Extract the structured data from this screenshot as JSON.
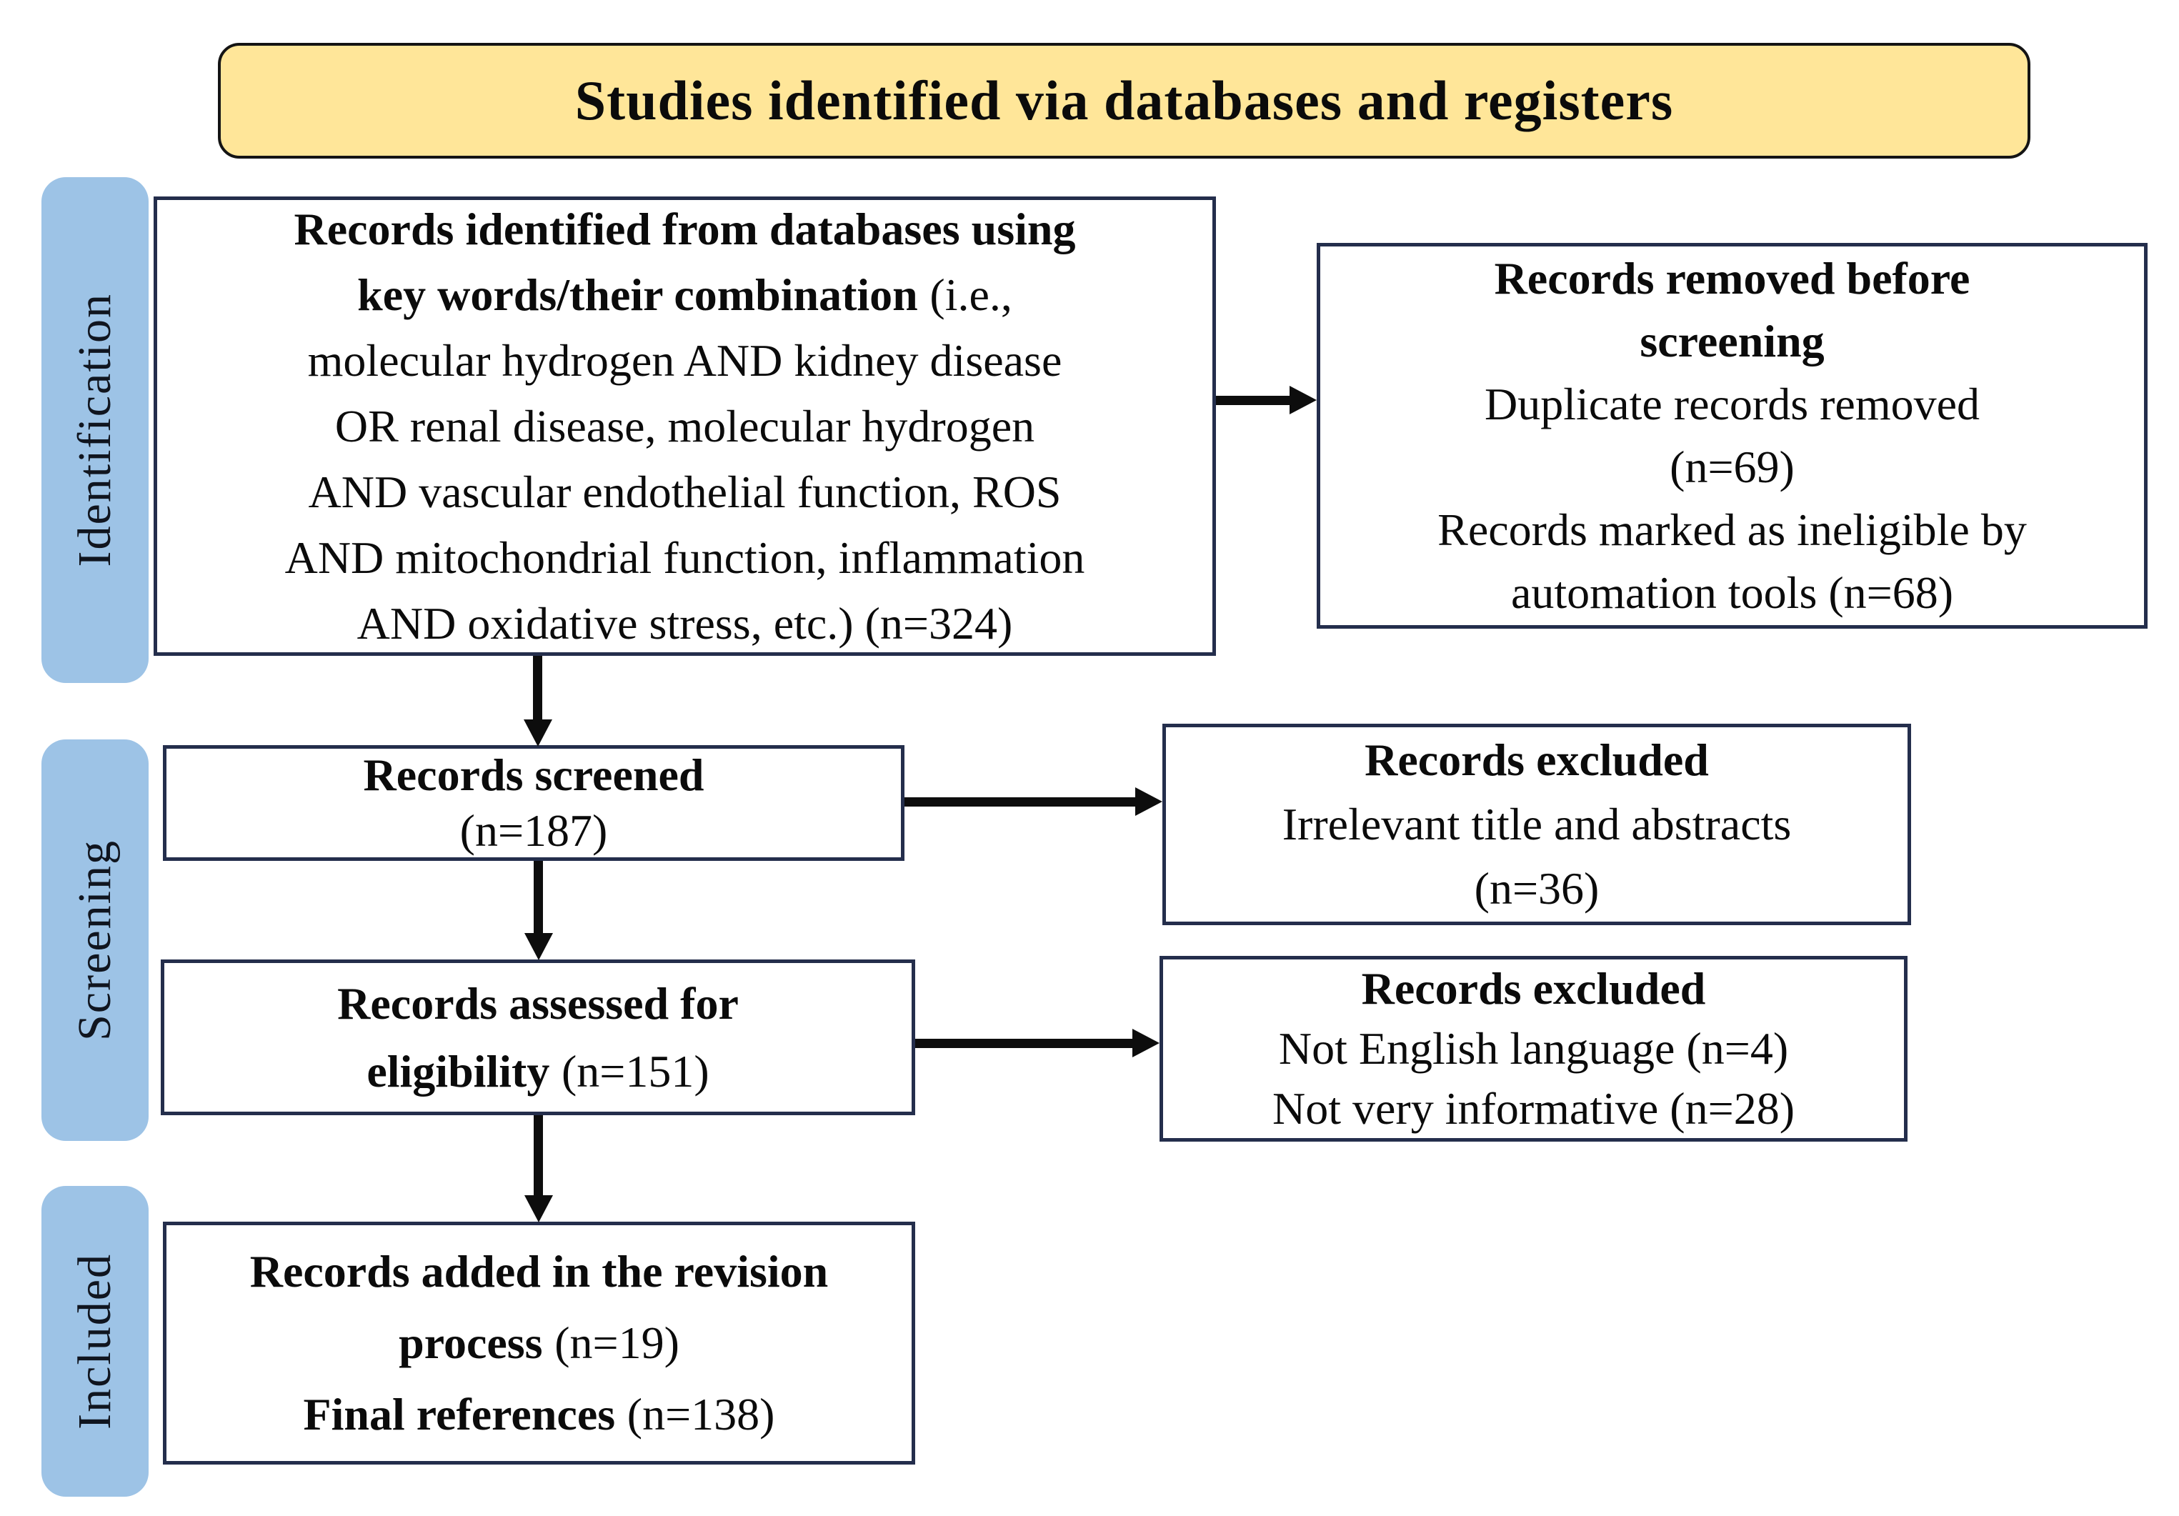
{
  "header": {
    "title": "Studies identified via databases and registers"
  },
  "sidebar": {
    "items": [
      {
        "label": "Identification"
      },
      {
        "label": "Screening"
      },
      {
        "label": "Included"
      }
    ]
  },
  "flow": {
    "identified": {
      "line1_bold": "Records identified from databases using",
      "line2_bold": "key words/their combination",
      "line2_rest": "(i.e.,",
      "line3": "molecular hydrogen AND kidney disease",
      "line4": "OR renal disease, molecular hydrogen",
      "line5": "AND vascular endothelial function, ROS",
      "line6": "AND mitochondrial  function, inflammation",
      "line7": "AND oxidative  stress, etc.) (n=324)"
    },
    "removed": {
      "header_line1": "Records removed before",
      "header_line2": "screening",
      "line1": "Duplicate records removed",
      "line2": "(n=69)",
      "line3": "Records marked as ineligible by",
      "line4": "automation tools (n=68)"
    },
    "screened": {
      "header": "Records screened",
      "value": "(n=187)"
    },
    "excluded_title_abstract": {
      "header": "Records excluded",
      "line1": "Irrelevant title and abstracts",
      "line2": "(n=36)"
    },
    "assessed": {
      "header_line1": "Records assessed for",
      "header_line2_bold": "eligibility",
      "header_line2_rest": "(n=151)"
    },
    "excluded_eligibility": {
      "header": "Records excluded",
      "line1": "Not English language (n=4)",
      "line2": "Not very informative (n=28)"
    },
    "included": {
      "line1_bold": "Records added in the revision",
      "line2_bold": "process",
      "line2_rest": "(n=19)",
      "line3_bold": "Final references",
      "line3_rest": "(n=138)"
    }
  },
  "colors": {
    "title_fill": "#FFE699",
    "stage_fill": "#9DC3E6",
    "box_border": "#242e4c",
    "arrow": "#0d0d0d"
  }
}
